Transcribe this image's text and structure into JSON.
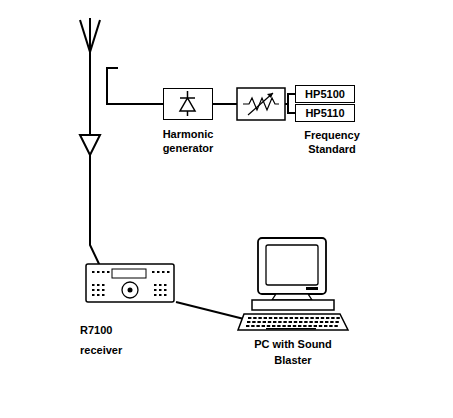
{
  "diagram": {
    "nodes": [
      {
        "text": [
          "Harmonic generator"
        ]
      },
      {
        "text": [
          "HP5100"
        ]
      },
      {
        "text": [
          "HP5110"
        ]
      },
      {
        "text": [
          "R7100 receiver"
        ]
      },
      {
        "text": [
          "PC with Sound Blaster"
        ]
      }
    ],
    "edges": [
      {
        "from": 1,
        "to": 0,
        "arrow": "none"
      },
      {
        "from": 2,
        "to": 0,
        "arrow": "none"
      },
      {
        "from": 3,
        "to": 4,
        "arrow": "none"
      }
    ],
    "labels": [
      "Frequency Standard"
    ]
  }
}
